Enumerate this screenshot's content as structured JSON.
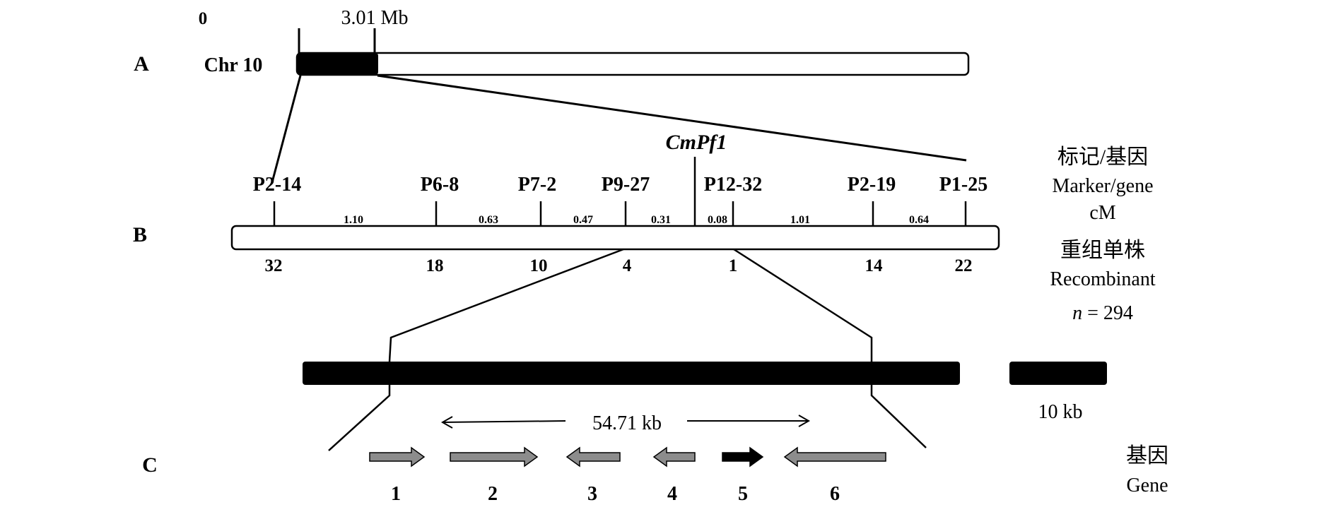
{
  "panels": {
    "a": "A",
    "b": "B",
    "c": "C"
  },
  "chromosome": {
    "label": "Chr 10",
    "start_label": "0",
    "end_label": "3.01 Mb",
    "region_mb": 3.01
  },
  "gene_name": "CmPf1",
  "markers": [
    "P2-14",
    "P6-8",
    "P7-2",
    "P9-27",
    "P12-32",
    "P2-19",
    "P1-25"
  ],
  "intervals_cm": [
    "1.10",
    "0.63",
    "0.47",
    "0.31",
    "0.08",
    "1.01",
    "0.64"
  ],
  "recombinants": [
    "32",
    "18",
    "10",
    "4",
    "1",
    "14",
    "22"
  ],
  "legend_b": {
    "cn1": "标记/基因",
    "en1": "Marker/gene",
    "unit": "cM",
    "cn2": "重组单株",
    "en2": "Recombinant",
    "n_var": "n",
    "n_rest": " = 294"
  },
  "physical": {
    "size_label": "54.71 kb",
    "scale_label": "10 kb"
  },
  "genes": [
    {
      "label": "1",
      "direction": "right"
    },
    {
      "label": "2",
      "direction": "right"
    },
    {
      "label": "3",
      "direction": "left"
    },
    {
      "label": "4",
      "direction": "left"
    },
    {
      "label": "5",
      "direction": "right",
      "highlight": true
    },
    {
      "label": "6",
      "direction": "left"
    }
  ],
  "legend_c": {
    "cn": "基因",
    "en": "Gene"
  },
  "colors": {
    "gene_arrow": "#8c8c8c",
    "candidate_arrow": "#000000",
    "bar": "#000000"
  }
}
